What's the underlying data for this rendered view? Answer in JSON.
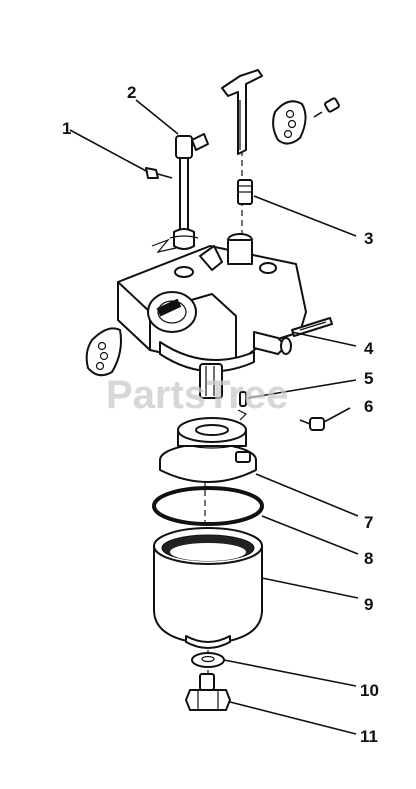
{
  "watermark": "PartsTree",
  "callouts": [
    {
      "id": "1",
      "label": "1"
    },
    {
      "id": "2",
      "label": "2"
    },
    {
      "id": "3",
      "label": "3"
    },
    {
      "id": "4",
      "label": "4"
    },
    {
      "id": "5",
      "label": "5"
    },
    {
      "id": "6",
      "label": "6"
    },
    {
      "id": "7",
      "label": "7"
    },
    {
      "id": "8",
      "label": "8"
    },
    {
      "id": "9",
      "label": "9"
    },
    {
      "id": "10",
      "label": "10"
    },
    {
      "id": "11",
      "label": "11"
    }
  ]
}
